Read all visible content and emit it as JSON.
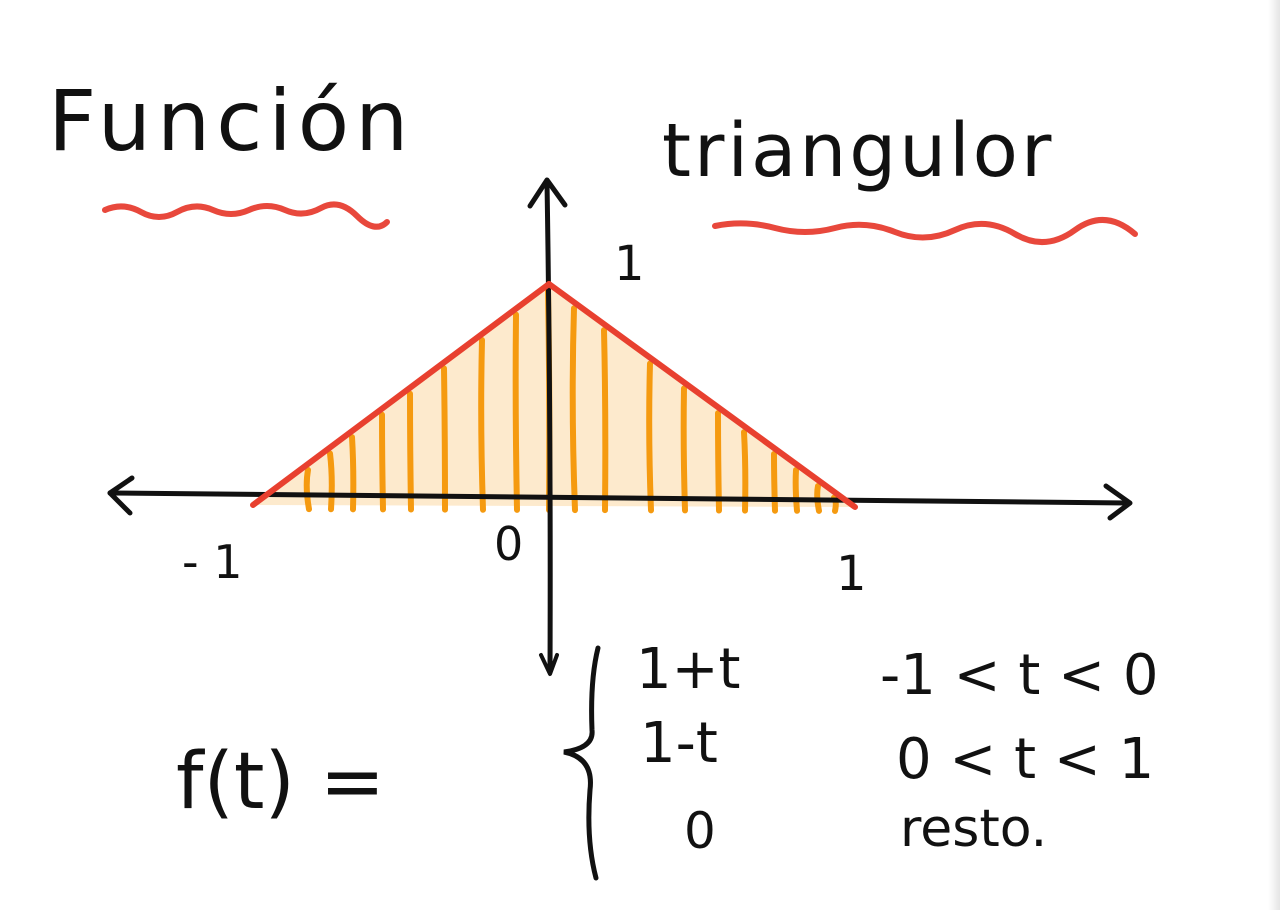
{
  "title": {
    "word1": "Función",
    "word2": "triangulor"
  },
  "axes": {
    "x_tick_left": "- 1",
    "origin": "0",
    "x_tick_right": "1",
    "y_tick_top": "1"
  },
  "function_def": {
    "lhs": "f(t) =",
    "cases": [
      {
        "expr": "1+t",
        "cond": "-1 < t < 0"
      },
      {
        "expr": "1-t",
        "cond": "0 < t < 1"
      },
      {
        "expr": "0",
        "cond": "resto."
      }
    ]
  },
  "colors": {
    "ink": "#111111",
    "underline": "#e8483c",
    "triangle_edge": "#e8402f",
    "hatch": "#f59a10",
    "fill": "#f7b44a"
  }
}
